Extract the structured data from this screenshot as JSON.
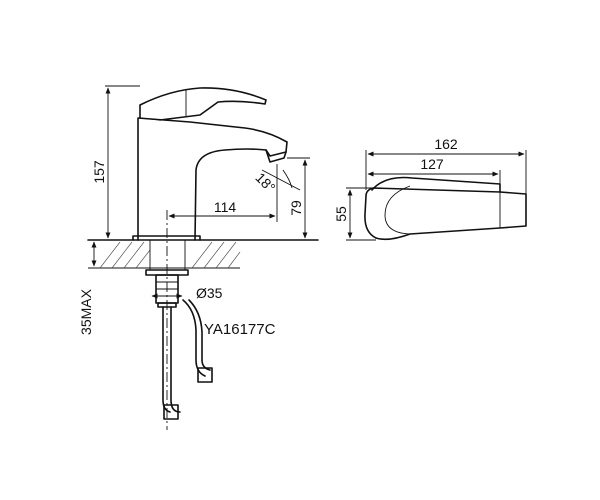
{
  "dimensions": {
    "total_height": "157",
    "spout_height": "79",
    "spout_reach": "114",
    "spout_angle": "18°",
    "thread_diameter": "Ø35",
    "max_deck_thickness": "35MAX",
    "top_length": "162",
    "top_inner_length": "127",
    "body_width": "55"
  },
  "model": "YA16177C",
  "colors": {
    "line": "#111111",
    "background": "#ffffff"
  }
}
